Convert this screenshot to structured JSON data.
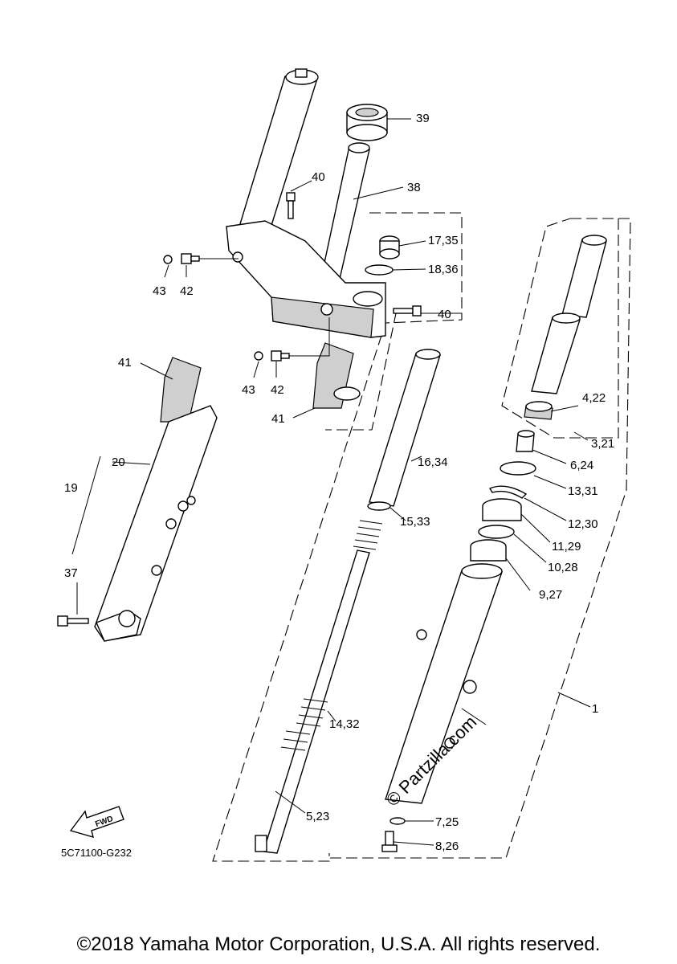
{
  "callouts": [
    {
      "id": "39",
      "text": "39"
    },
    {
      "id": "38",
      "text": "38"
    },
    {
      "id": "40a",
      "text": "40"
    },
    {
      "id": "17-35",
      "text": "17,35"
    },
    {
      "id": "18-36",
      "text": "18,36"
    },
    {
      "id": "43a",
      "text": "43"
    },
    {
      "id": "42a",
      "text": "42"
    },
    {
      "id": "40b",
      "text": "40"
    },
    {
      "id": "43b",
      "text": "43"
    },
    {
      "id": "42b",
      "text": "42"
    },
    {
      "id": "41a",
      "text": "41"
    },
    {
      "id": "41b",
      "text": "41"
    },
    {
      "id": "4-22",
      "text": "4,22"
    },
    {
      "id": "3-21",
      "text": "3,21"
    },
    {
      "id": "20",
      "text": "20"
    },
    {
      "id": "16-34",
      "text": "16,34"
    },
    {
      "id": "6-24",
      "text": "6,24"
    },
    {
      "id": "19",
      "text": "19"
    },
    {
      "id": "13-31",
      "text": "13,31"
    },
    {
      "id": "15-33",
      "text": "15,33"
    },
    {
      "id": "12-30",
      "text": "12,30"
    },
    {
      "id": "11-29",
      "text": "11,29"
    },
    {
      "id": "37",
      "text": "37"
    },
    {
      "id": "10-28",
      "text": "10,28"
    },
    {
      "id": "9-27",
      "text": "9,27"
    },
    {
      "id": "1",
      "text": "1"
    },
    {
      "id": "14-32",
      "text": "14,32"
    },
    {
      "id": "5-23",
      "text": "5,23"
    },
    {
      "id": "7-25",
      "text": "7,25"
    },
    {
      "id": "8-26",
      "text": "8,26"
    }
  ],
  "fwd_label": "FWD",
  "diagram_code": "5C71100-G232",
  "watermark": "© Partzilla.com",
  "copyright": "©2018 Yamaha Motor Corporation, U.S.A. All rights reserved."
}
